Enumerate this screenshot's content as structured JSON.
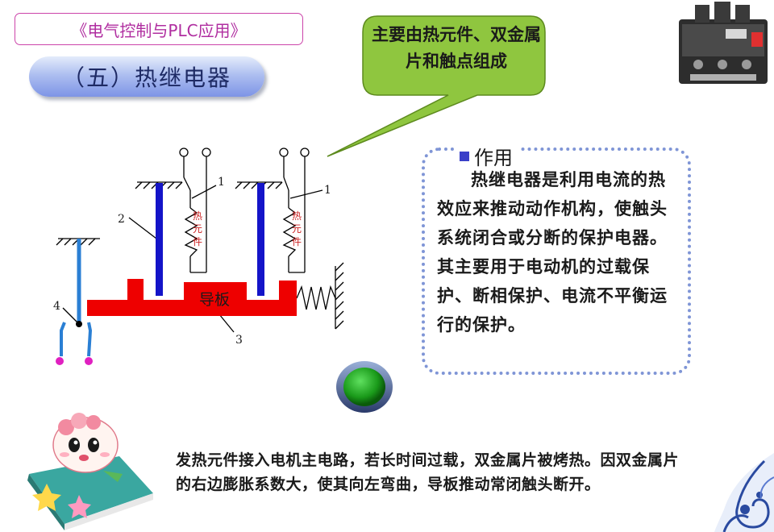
{
  "header": {
    "course_title": "《电气控制与PLC应用》",
    "section_title": "（五）热继电器"
  },
  "callout": {
    "text": "主要由热元件、双金属片和触点组成",
    "fill_color": "#8fc63f"
  },
  "diagram": {
    "labels": {
      "part_1_left": "1",
      "part_1_right": "1",
      "part_2": "2",
      "part_3": "3",
      "part_4": "4",
      "heater_left": [
        "热",
        "元",
        "件"
      ],
      "heater_right": [
        "热",
        "元",
        "件"
      ],
      "guide_plate": "导板"
    },
    "colors": {
      "bimetal": "#1414c8",
      "guide_plate": "#ee0000",
      "contact_lever": "#2a7fd4",
      "terminal": "#e020c0"
    }
  },
  "info": {
    "heading": "作用",
    "body": "热继电器是利用电流的热效应来推动动作机构，使触头系统闭合或分断的保护电器。其主要用于电动机的过载保护、断相保护、电流不平衡运行的保护。"
  },
  "bottom_text": "发热元件接入电机主电路，若长时间过载，双金属片被烤热。因双金属片的右边膨胀系数大，使其向左弯曲，导板推动常闭触头断开。",
  "icons": {
    "relay_photo": "thermal-relay-photo",
    "green_button": "green-round-button",
    "cartoon": "cartoon-mascot-on-book",
    "corner": "blue-white-porcelain-ornament"
  }
}
